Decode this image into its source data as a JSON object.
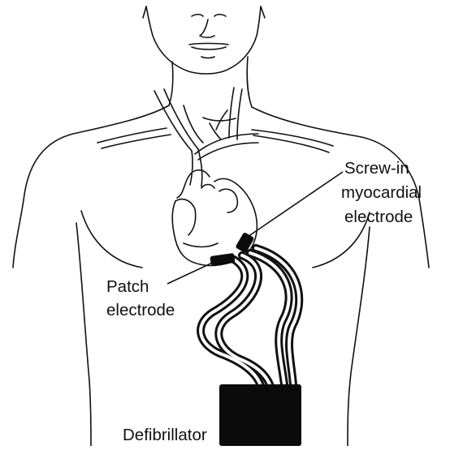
{
  "labels": {
    "screw_in_electrode": [
      "Screw-in",
      "myocardial",
      "electrode"
    ],
    "patch_electrode": [
      "Patch",
      "electrode"
    ],
    "device": "Defibrillator"
  },
  "colors": {
    "ink": "#111111",
    "background": "#ffffff",
    "device_fill": "#0b0b0b"
  }
}
